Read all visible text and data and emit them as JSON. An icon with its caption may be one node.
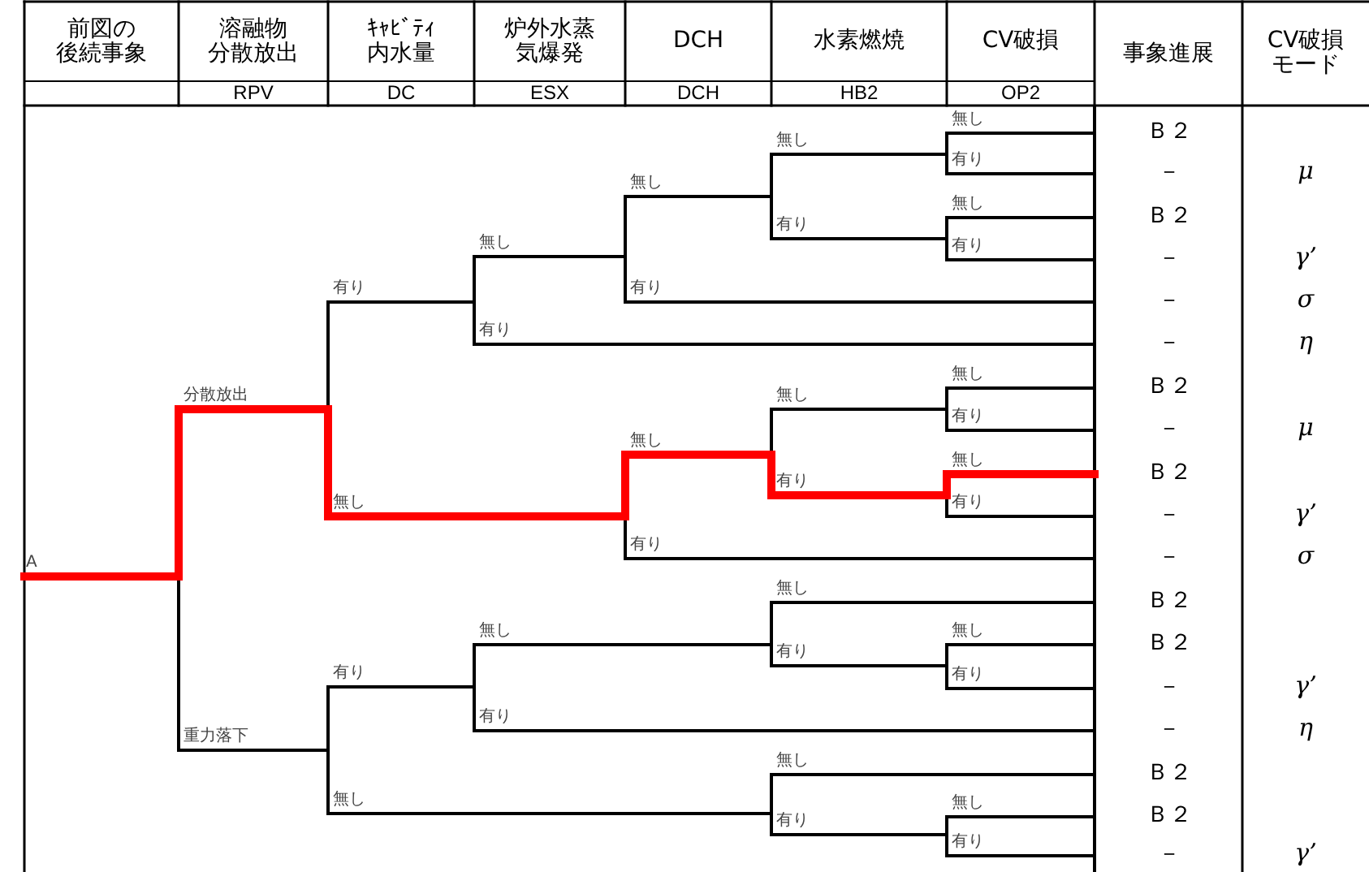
{
  "diagram": {
    "labels": [
      "前図の後続事象",
      "溶融物分散放出",
      "ｷｬﾋﾞﾃｨ内水量",
      "炉外水蒸気爆発",
      "DCH",
      "水素燃焼",
      "CV破損",
      "事象進展",
      "CV破損モード",
      "RPV",
      "DC",
      "ESX",
      "DCH",
      "HB2",
      "OP2",
      "A",
      "分散放出",
      "有り",
      "無し",
      "無し",
      "無し",
      "無し",
      "有り",
      "有り",
      "無し",
      "有り",
      "有り",
      "有り",
      "無し",
      "無し",
      "無し",
      "無し",
      "有り",
      "有り",
      "無し",
      "有り",
      "有り",
      "重力落下",
      "有り",
      "無し",
      "無し",
      "有り",
      "無し",
      "有り",
      "有り",
      "無し",
      "無し",
      "有り",
      "無し",
      "有り",
      "Ｂ２",
      "－",
      "Ｂ２",
      "－",
      "－",
      "－",
      "Ｂ２",
      "－",
      "Ｂ２",
      "－",
      "－",
      "Ｂ２",
      "Ｂ２",
      "－",
      "－",
      "Ｂ２",
      "Ｂ２",
      "－",
      "μ",
      "γ’",
      "σ",
      "η",
      "μ",
      "γ’",
      "σ",
      "γ’",
      "η",
      "γ’"
    ]
  }
}
